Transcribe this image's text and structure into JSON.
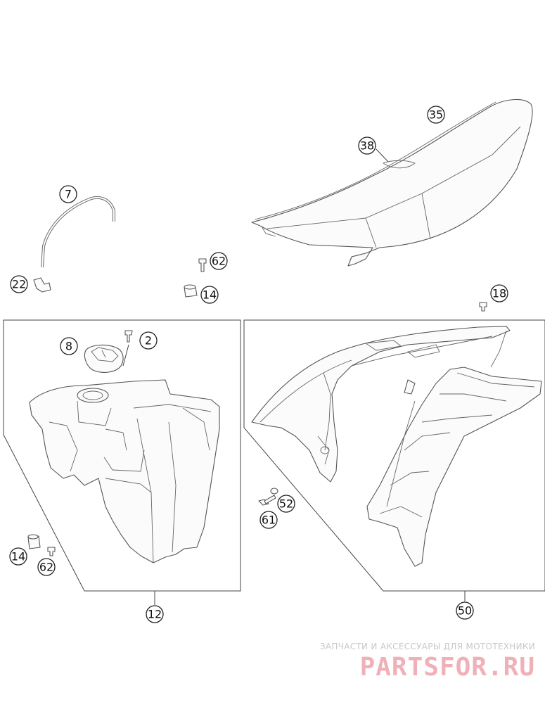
{
  "callouts": {
    "c35": "35",
    "c38": "38",
    "c7": "7",
    "c62_top": "62",
    "c22": "22",
    "c14_top": "14",
    "c18": "18",
    "c8": "8",
    "c2": "2",
    "c52": "52",
    "c61": "61",
    "c14_bottom": "14",
    "c62_bottom": "62",
    "c12": "12",
    "c50": "50"
  },
  "watermark": {
    "tagline": "ЗАПЧАСТИ И АКСЕССУАРЫ ДЛЯ МОТОТЕХНИКИ",
    "brand": "PARTSFOR.RU"
  }
}
